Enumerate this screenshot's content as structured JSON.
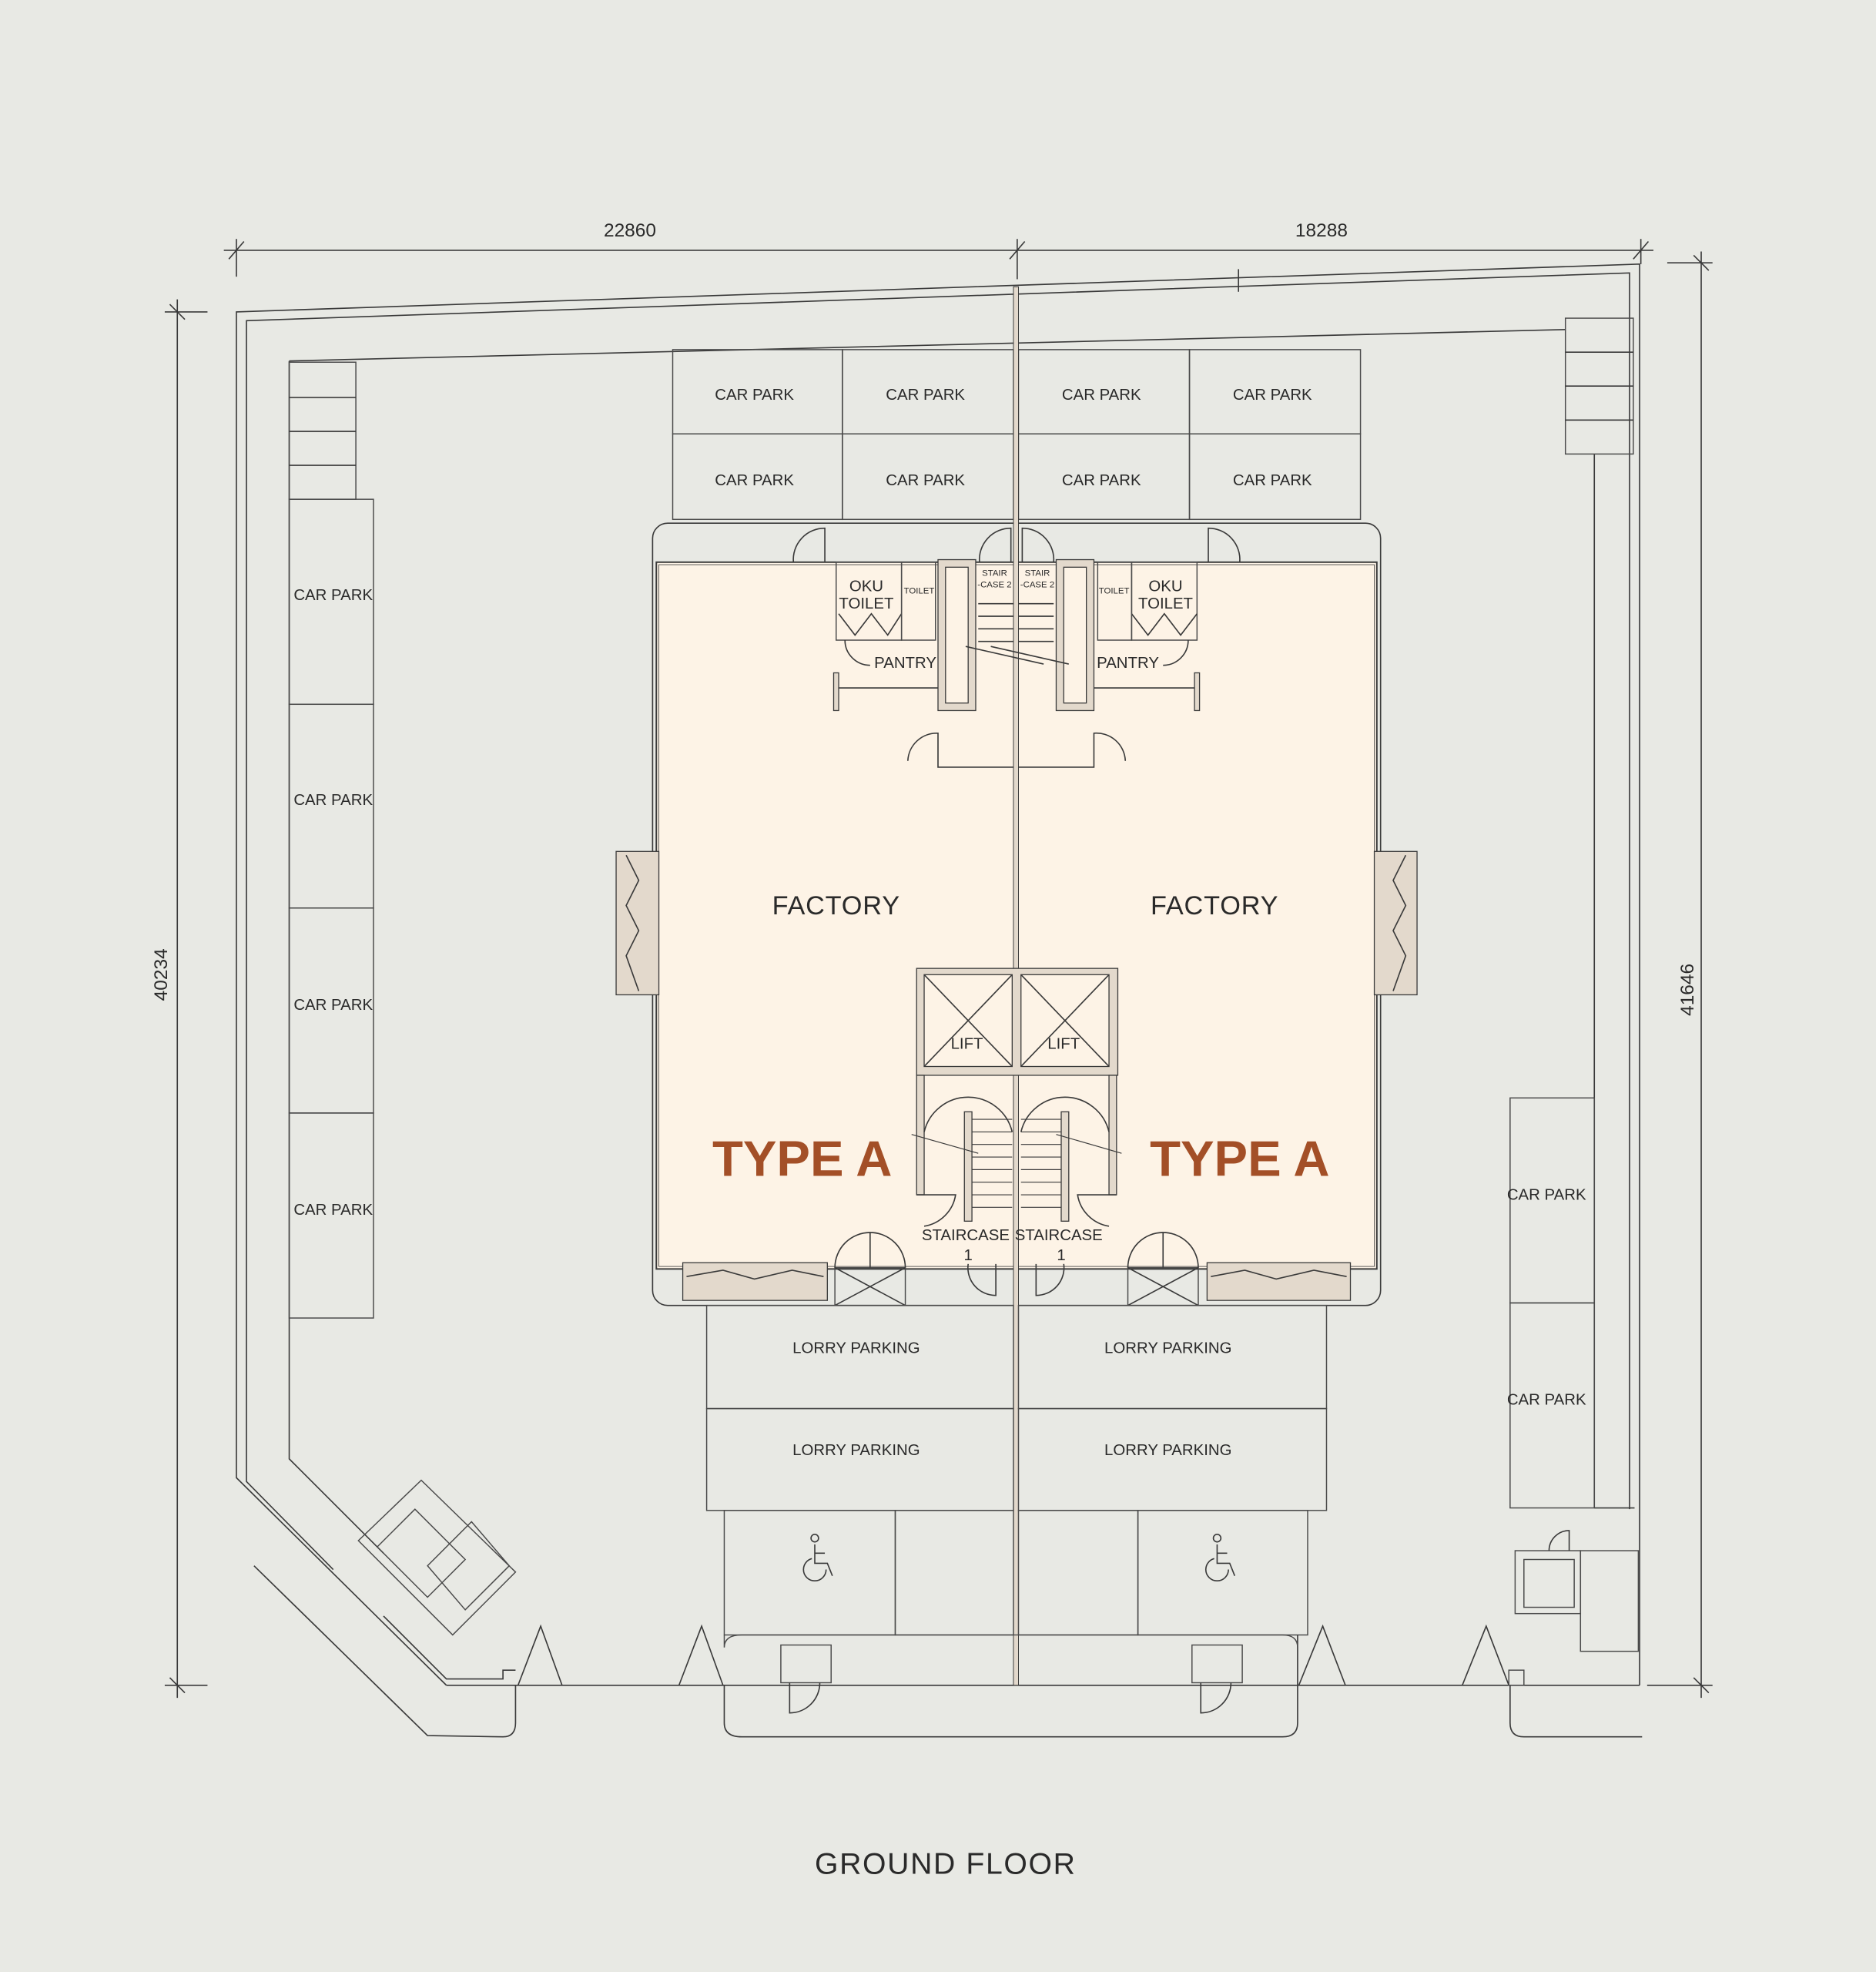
{
  "title": "GROUND FLOOR",
  "dimensions": {
    "top_left": "22860",
    "top_right": "18288",
    "left": "40234",
    "right": "41646"
  },
  "car_park_label": "CAR PARK",
  "top_car_parks": [
    "CAR PARK",
    "CAR PARK",
    "CAR PARK",
    "CAR PARK",
    "CAR PARK",
    "CAR PARK",
    "CAR PARK",
    "CAR PARK"
  ],
  "left_car_parks": [
    "CAR PARK",
    "CAR PARK",
    "CAR PARK",
    "CAR PARK"
  ],
  "right_car_parks": [
    "CAR PARK",
    "CAR PARK"
  ],
  "units": [
    {
      "type_label": "TYPE A",
      "factory": "FACTORY",
      "lift": "LIFT",
      "staircase1": "STAIRCASE",
      "staircase1_num": "1",
      "staircase2_a": "STAIR",
      "staircase2_b": "-CASE 2",
      "toilet": "TOILET",
      "oku_a": "OKU",
      "oku_b": "TOILET",
      "pantry": "PANTRY"
    },
    {
      "type_label": "TYPE A",
      "factory": "FACTORY",
      "lift": "LIFT",
      "staircase1": "STAIRCASE",
      "staircase1_num": "1",
      "staircase2_a": "STAIR",
      "staircase2_b": "-CASE 2",
      "toilet": "TOILET",
      "oku_a": "OKU",
      "oku_b": "TOILET",
      "pantry": "PANTRY"
    }
  ],
  "lorry_parking": [
    "LORRY PARKING",
    "LORRY PARKING",
    "LORRY PARKING",
    "LORRY PARKING"
  ],
  "colors": {
    "background": "#e8e9e4",
    "building": "#fdf3e6",
    "accent": "#a34f27"
  }
}
